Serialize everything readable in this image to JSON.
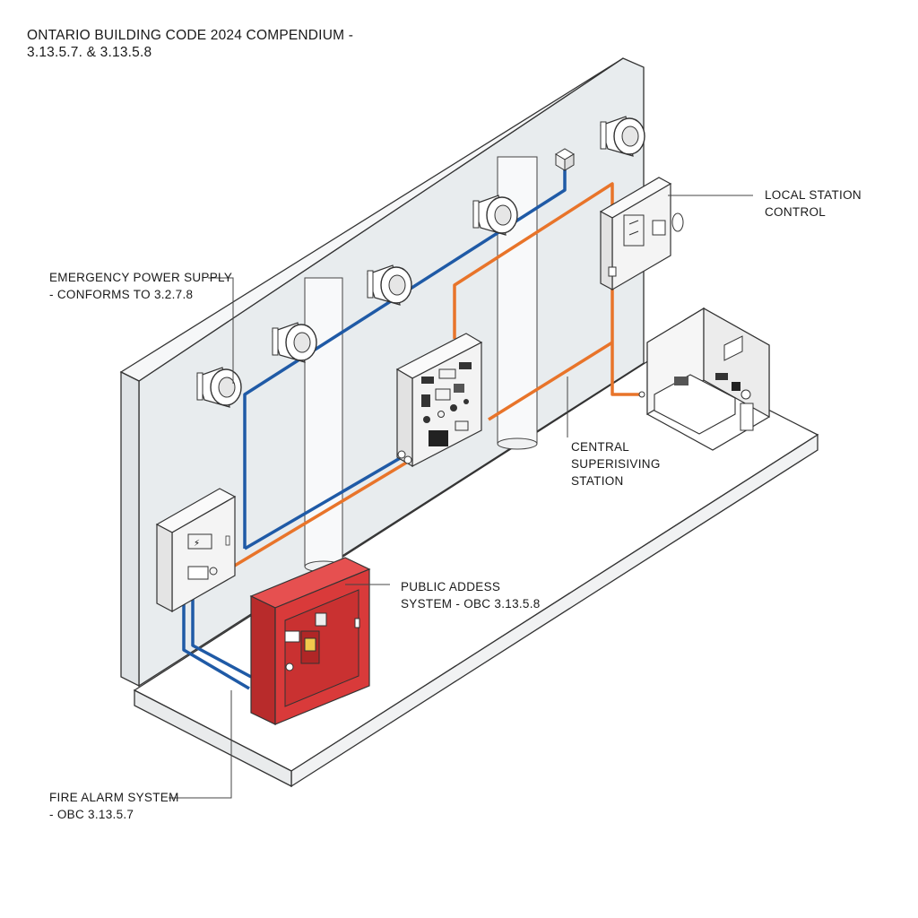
{
  "title": {
    "line1": "ONTARIO BUILDING CODE 2024 COMPENDIUM -",
    "line2": "3.13.5.7. & 3.13.5.8"
  },
  "labels": {
    "local_station": {
      "line1": "LOCAL STATION",
      "line2": "CONTROL"
    },
    "emergency_power": {
      "line1": "EMERGENCY POWER SUPPLY",
      "line2": "- CONFORMS TO 3.2.7.8"
    },
    "central_station": {
      "line1": "CENTRAL",
      "line2": "SUPERISIVING",
      "line3": "STATION"
    },
    "public_address": {
      "line1": "PUBLIC ADDESS",
      "line2": "SYSTEM - OBC 3.13.5.8"
    },
    "fire_alarm": {
      "line1": "FIRE ALARM SYSTEM",
      "line2": "- OBC 3.13.5.7"
    }
  },
  "colors": {
    "fire_alarm_red": "#d93a3a",
    "wire_blue": "#1f5aa6",
    "wire_orange": "#e8742a",
    "wall": "#e8ecee"
  }
}
